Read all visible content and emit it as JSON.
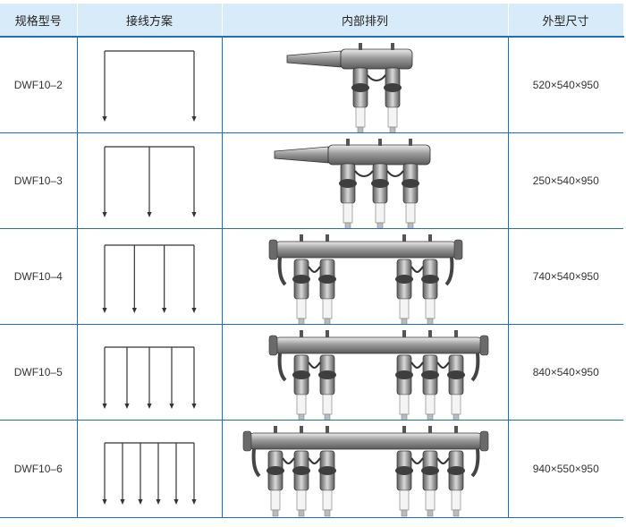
{
  "headers": {
    "model": "规格型号",
    "wiring": "接线方案",
    "internal": "内部排列",
    "dims": "外型尺寸"
  },
  "rows": [
    {
      "model": "DWF10–2",
      "dims": "520×540×950",
      "outlets": 2
    },
    {
      "model": "DWF10–3",
      "dims": "250×540×950",
      "outlets": 3
    },
    {
      "model": "DWF10–4",
      "dims": "740×540×950",
      "outlets": 4
    },
    {
      "model": "DWF10–5",
      "dims": "840×540×950",
      "outlets": 5
    },
    {
      "model": "DWF10–6",
      "dims": "940×550×950",
      "outlets": 6
    }
  ]
}
